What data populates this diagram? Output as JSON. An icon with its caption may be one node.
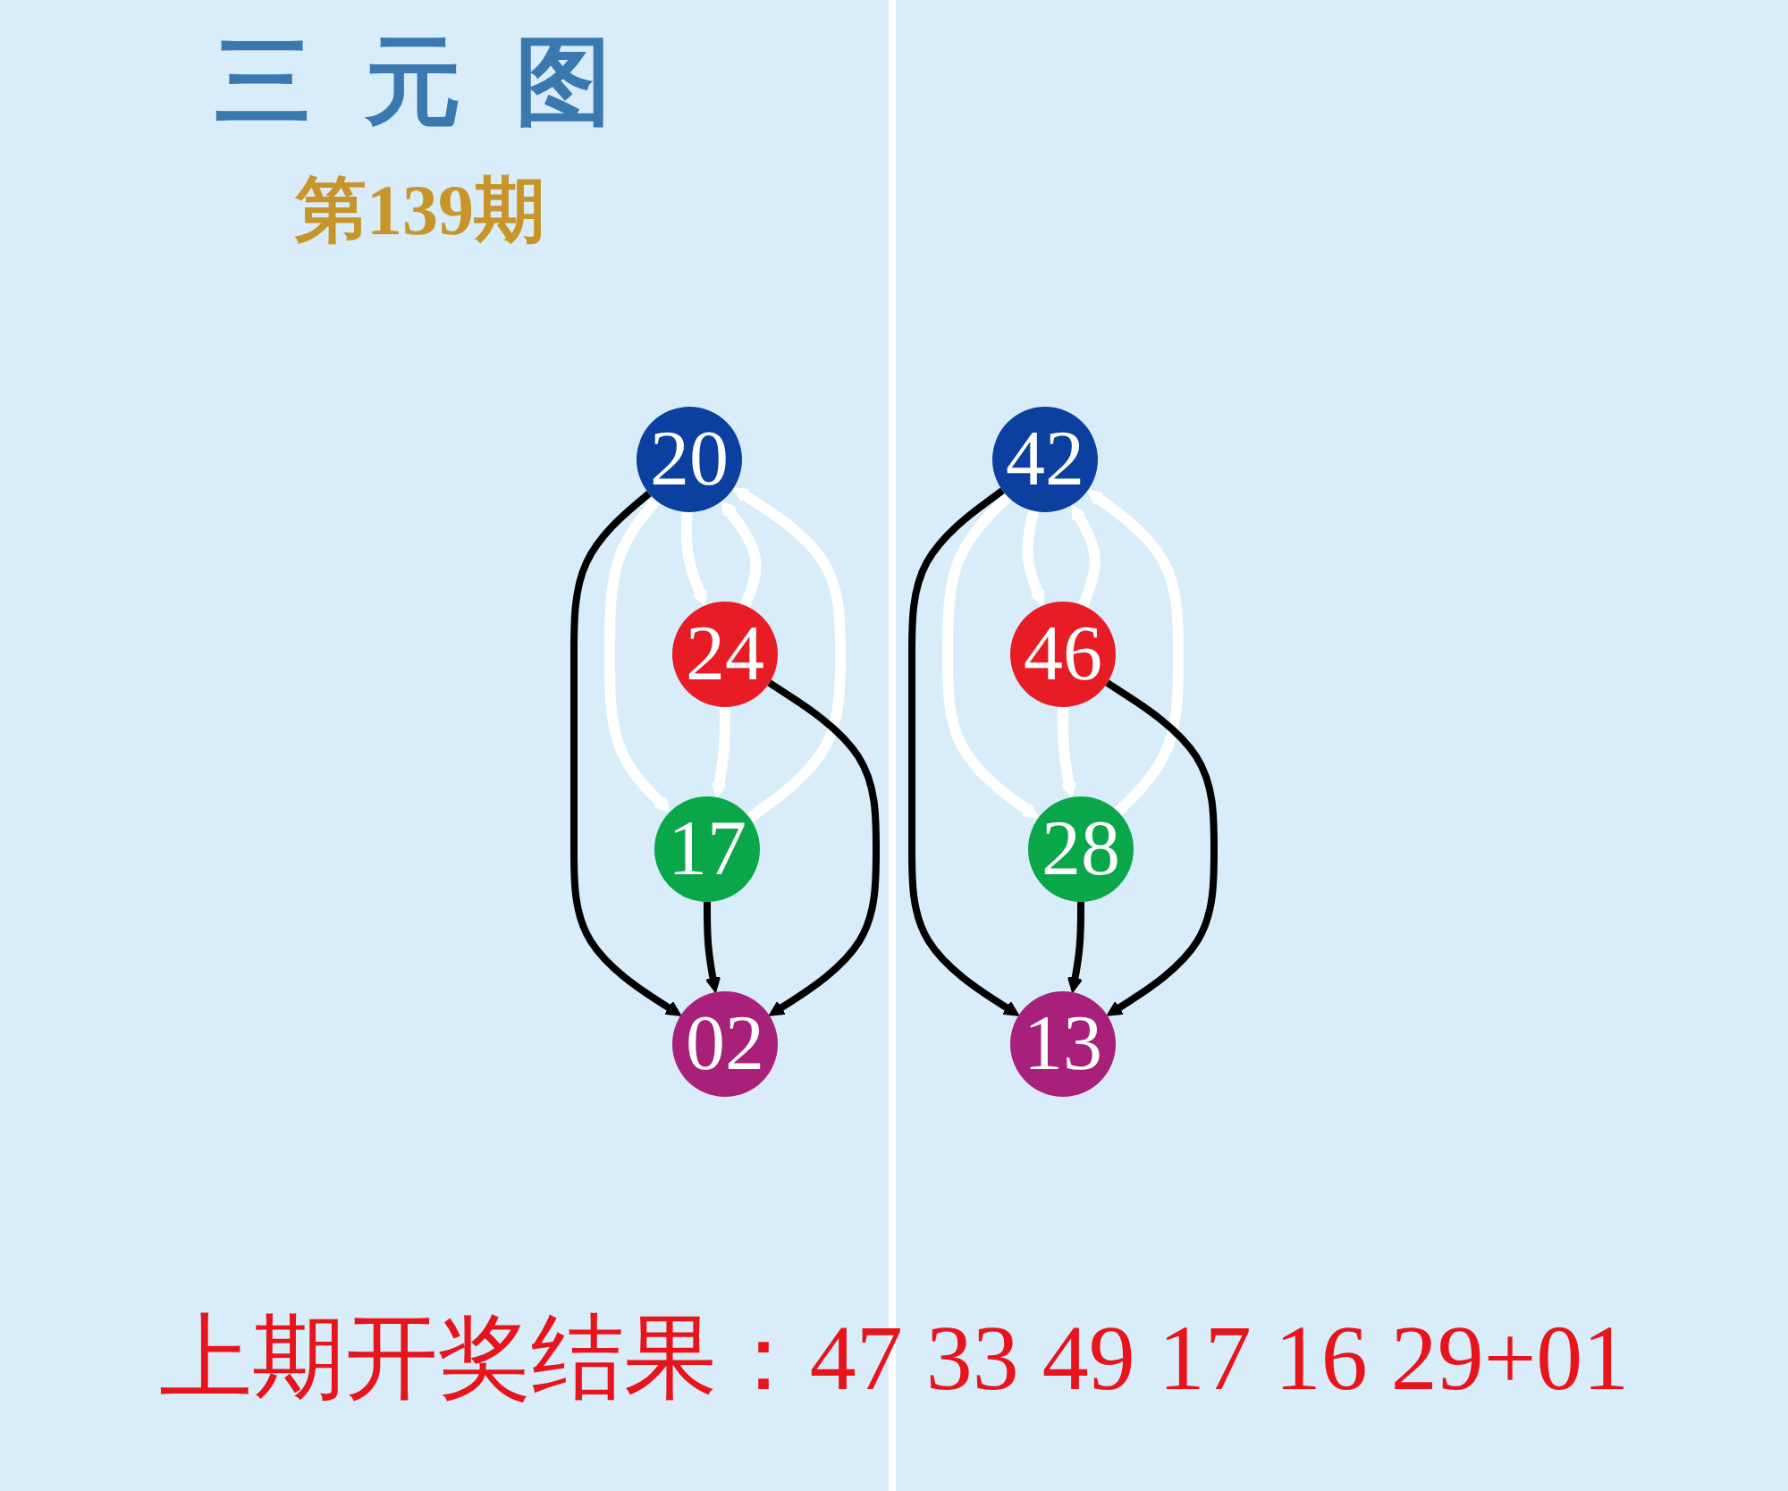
{
  "diagram": {
    "title": "三元图",
    "nodes": [
      {
        "text": [
          "20"
        ]
      },
      {
        "text": [
          "02"
        ]
      },
      {
        "text": [
          "17"
        ]
      },
      {
        "text": [
          "24"
        ]
      },
      {
        "text": [
          "42"
        ]
      },
      {
        "text": [
          "13"
        ]
      },
      {
        "text": [
          "28"
        ]
      },
      {
        "text": [
          "46"
        ]
      }
    ],
    "edges": [
      {
        "from": 0,
        "to": 2,
        "arrow": "to"
      },
      {
        "from": 2,
        "to": 0,
        "arrow": "to"
      },
      {
        "from": 3,
        "to": 0,
        "arrow": "to"
      },
      {
        "from": 0,
        "to": 3,
        "arrow": "to"
      },
      {
        "from": 3,
        "to": 2,
        "arrow": "to"
      },
      {
        "from": 0,
        "to": 1,
        "arrow": "to",
        "color": "#000000"
      },
      {
        "from": 2,
        "to": 1,
        "arrow": "to",
        "color": "#000000"
      },
      {
        "from": 3,
        "to": 1,
        "arrow": "to",
        "color": "#000000"
      },
      {
        "from": 4,
        "to": 6,
        "arrow": "to"
      },
      {
        "from": 6,
        "to": 4,
        "arrow": "to"
      },
      {
        "from": 7,
        "to": 4,
        "arrow": "to"
      },
      {
        "from": 4,
        "to": 7,
        "arrow": "to"
      },
      {
        "from": 7,
        "to": 6,
        "arrow": "to"
      },
      {
        "from": 4,
        "to": 5,
        "arrow": "to",
        "color": "#000000"
      },
      {
        "from": 6,
        "to": 5,
        "arrow": "to",
        "color": "#000000"
      },
      {
        "from": 7,
        "to": 5,
        "arrow": "to",
        "color": "#000000"
      }
    ],
    "labels": [
      "第139期",
      "上期开奖结果：47 33 49 17 16 29+01"
    ]
  }
}
